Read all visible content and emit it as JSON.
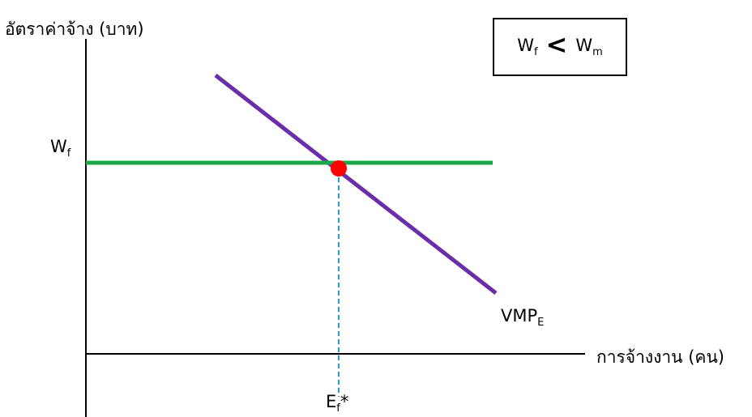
{
  "y_axis_label": "อัตราค่าจ้าง (บาท)",
  "x_axis_label": "การจ้างงาน (คน)",
  "wage_line_label": {
    "main": "W",
    "sub": "f"
  },
  "curve_label": {
    "main": "VMP",
    "sub": "E"
  },
  "equilibrium_label": {
    "main": "E",
    "sub": "f",
    "suffix": "*"
  },
  "condition_box": {
    "left": {
      "main": "W",
      "sub": "f"
    },
    "operator": "<",
    "right": {
      "main": "W",
      "sub": "m"
    }
  },
  "colors": {
    "wage_line": "#1aa84a",
    "vmp_curve": "#6a2ea8",
    "equilibrium_point": "#ff0000",
    "dashed_line": "#2a9fd6",
    "axes": "#000000"
  }
}
